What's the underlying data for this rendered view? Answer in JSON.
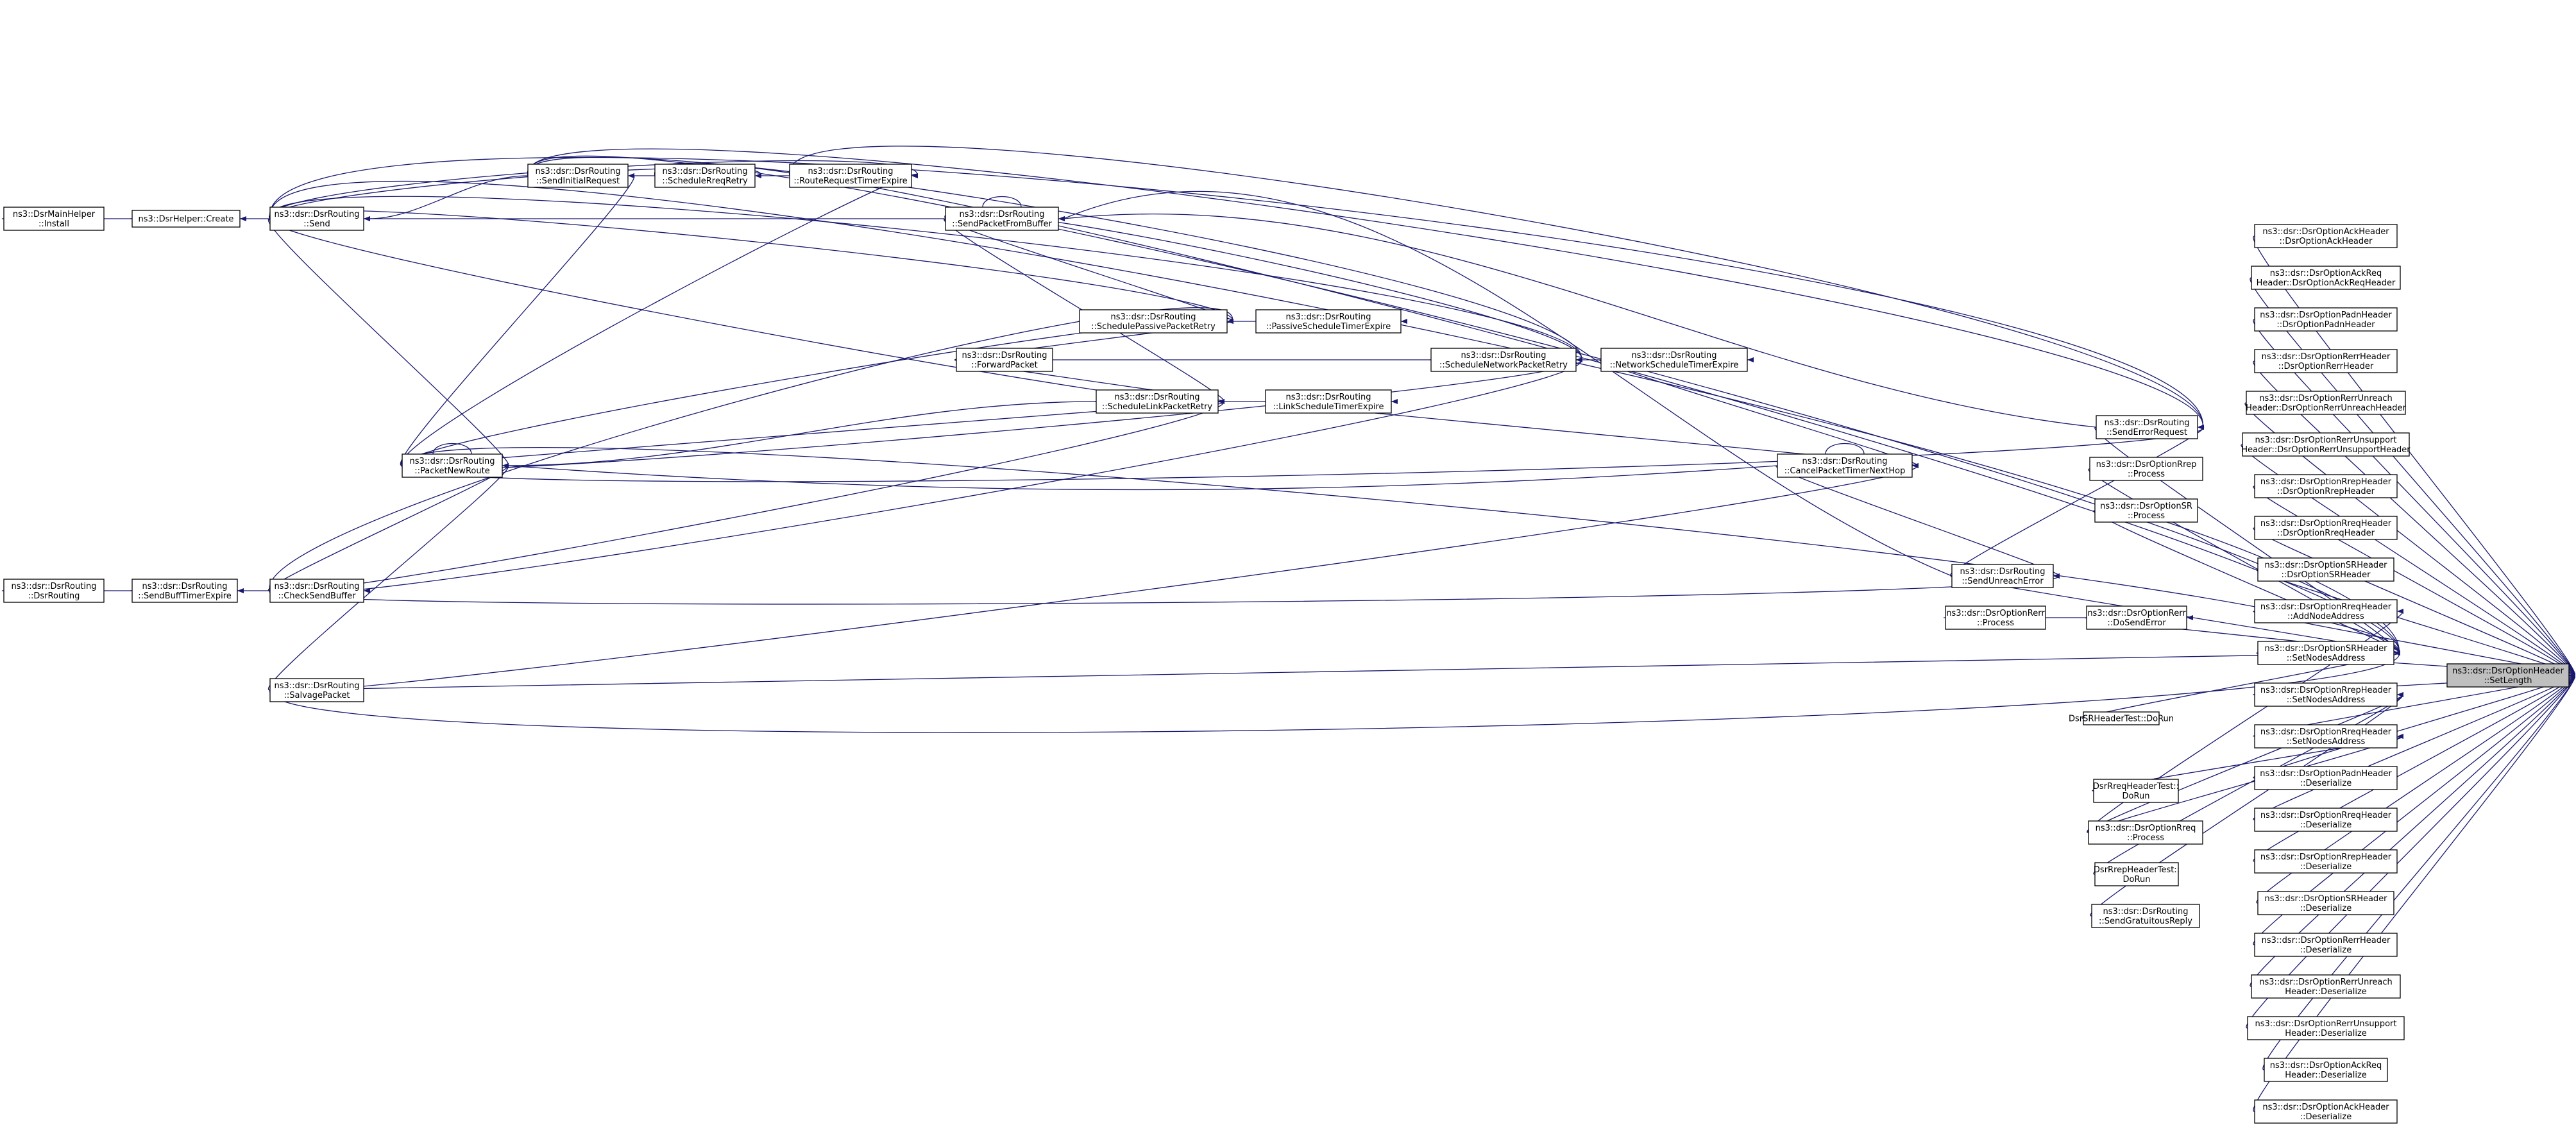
{
  "graph": {
    "edge_color": "#191970",
    "root_fill": "#bfbfbf",
    "nodes": [
      {
        "id": "root",
        "lines": [
          "ns3::dsr::DsrOptionHeader",
          "::SetLength"
        ],
        "root": true
      },
      {
        "id": "c1",
        "lines": [
          "ns3::dsr::DsrOptionAckHeader",
          "::DsrOptionAckHeader"
        ]
      },
      {
        "id": "c2",
        "lines": [
          "ns3::dsr::DsrOptionAckReq",
          "Header::DsrOptionAckReqHeader"
        ]
      },
      {
        "id": "c3",
        "lines": [
          "ns3::dsr::DsrOptionPadnHeader",
          "::DsrOptionPadnHeader"
        ]
      },
      {
        "id": "c4",
        "lines": [
          "ns3::dsr::DsrOptionRerrHeader",
          "::DsrOptionRerrHeader"
        ]
      },
      {
        "id": "c5",
        "lines": [
          "ns3::dsr::DsrOptionRerrUnreach",
          "Header::DsrOptionRerrUnreachHeader"
        ]
      },
      {
        "id": "c6",
        "lines": [
          "ns3::dsr::DsrOptionRerrUnsupport",
          "Header::DsrOptionRerrUnsupportHeader"
        ]
      },
      {
        "id": "c7",
        "lines": [
          "ns3::dsr::DsrOptionRrepHeader",
          "::DsrOptionRrepHeader"
        ]
      },
      {
        "id": "c8",
        "lines": [
          "ns3::dsr::DsrOptionRreqHeader",
          "::DsrOptionRreqHeader"
        ]
      },
      {
        "id": "c9",
        "lines": [
          "ns3::dsr::DsrOptionSRHeader",
          "::DsrOptionSRHeader"
        ]
      },
      {
        "id": "c10",
        "lines": [
          "ns3::dsr::DsrOptionRreqHeader",
          "::AddNodeAddress"
        ]
      },
      {
        "id": "c11",
        "lines": [
          "ns3::dsr::DsrOptionSRHeader",
          "::SetNodesAddress"
        ]
      },
      {
        "id": "c12",
        "lines": [
          "ns3::dsr::DsrOptionRrepHeader",
          "::SetNodesAddress"
        ]
      },
      {
        "id": "c13",
        "lines": [
          "ns3::dsr::DsrOptionRreqHeader",
          "::SetNodesAddress"
        ]
      },
      {
        "id": "c14",
        "lines": [
          "ns3::dsr::DsrOptionPadnHeader",
          "::Deserialize"
        ]
      },
      {
        "id": "c15",
        "lines": [
          "ns3::dsr::DsrOptionRreqHeader",
          "::Deserialize"
        ]
      },
      {
        "id": "c16",
        "lines": [
          "ns3::dsr::DsrOptionRrepHeader",
          "::Deserialize"
        ]
      },
      {
        "id": "c17",
        "lines": [
          "ns3::dsr::DsrOptionSRHeader",
          "::Deserialize"
        ]
      },
      {
        "id": "c18",
        "lines": [
          "ns3::dsr::DsrOptionRerrHeader",
          "::Deserialize"
        ]
      },
      {
        "id": "c19",
        "lines": [
          "ns3::dsr::DsrOptionRerrUnreach",
          "Header::Deserialize"
        ]
      },
      {
        "id": "c20",
        "lines": [
          "ns3::dsr::DsrOptionRerrUnsupport",
          "Header::Deserialize"
        ]
      },
      {
        "id": "c21",
        "lines": [
          "ns3::dsr::DsrOptionAckReq",
          "Header::Deserialize"
        ]
      },
      {
        "id": "c22",
        "lines": [
          "ns3::dsr::DsrOptionAckHeader",
          "::Deserialize"
        ]
      },
      {
        "id": "sendErrorRequest",
        "lines": [
          "ns3::dsr::DsrRouting",
          "::SendErrorRequest"
        ]
      },
      {
        "id": "rrepProcess",
        "lines": [
          "ns3::dsr::DsrOptionRrep",
          "::Process"
        ]
      },
      {
        "id": "srProcess",
        "lines": [
          "ns3::dsr::DsrOptionSR",
          "::Process"
        ]
      },
      {
        "id": "doSendError",
        "lines": [
          "ns3::dsr::DsrOptionRerr",
          "::DoSendError"
        ]
      },
      {
        "id": "rerrProcess",
        "lines": [
          "ns3::dsr::DsrOptionRerr",
          "::Process"
        ]
      },
      {
        "id": "srTest",
        "lines": [
          "DsrSRHeaderTest::DoRun"
        ]
      },
      {
        "id": "rreqTest",
        "lines": [
          "DsrRreqHeaderTest::",
          "DoRun"
        ]
      },
      {
        "id": "rreqProcess",
        "lines": [
          "ns3::dsr::DsrOptionRreq",
          "::Process"
        ]
      },
      {
        "id": "rrepTest",
        "lines": [
          "DsrRrepHeaderTest::",
          "DoRun"
        ]
      },
      {
        "id": "gratuitous",
        "lines": [
          "ns3::dsr::DsrRouting",
          "::SendGratuitousReply"
        ]
      },
      {
        "id": "sendUnreachError",
        "lines": [
          "ns3::dsr::DsrRouting",
          "::SendUnreachError"
        ]
      },
      {
        "id": "cancelTimer",
        "lines": [
          "ns3::dsr::DsrRouting",
          "::CancelPacketTimerNextHop"
        ]
      },
      {
        "id": "netSchedTimer",
        "lines": [
          "ns3::dsr::DsrRouting",
          "::NetworkScheduleTimerExpire"
        ]
      },
      {
        "id": "schedNetRetry",
        "lines": [
          "ns3::dsr::DsrRouting",
          "::ScheduleNetworkPacketRetry"
        ]
      },
      {
        "id": "passiveTimer",
        "lines": [
          "ns3::dsr::DsrRouting",
          "::PassiveScheduleTimerExpire"
        ]
      },
      {
        "id": "linkTimer",
        "lines": [
          "ns3::dsr::DsrRouting",
          "::LinkScheduleTimerExpire"
        ]
      },
      {
        "id": "schedPassive",
        "lines": [
          "ns3::dsr::DsrRouting",
          "::SchedulePassivePacketRetry"
        ]
      },
      {
        "id": "schedLink",
        "lines": [
          "ns3::dsr::DsrRouting",
          "::ScheduleLinkPacketRetry"
        ]
      },
      {
        "id": "forwardPacket",
        "lines": [
          "ns3::dsr::DsrRouting",
          "::ForwardPacket"
        ]
      },
      {
        "id": "sendFromBuffer",
        "lines": [
          "ns3::dsr::DsrRouting",
          "::SendPacketFromBuffer"
        ]
      },
      {
        "id": "rreqTimer",
        "lines": [
          "ns3::dsr::DsrRouting",
          "::RouteRequestTimerExpire"
        ]
      },
      {
        "id": "schedRreqRetry",
        "lines": [
          "ns3::dsr::DsrRouting",
          "::ScheduleRreqRetry"
        ]
      },
      {
        "id": "sendInitial",
        "lines": [
          "ns3::dsr::DsrRouting",
          "::SendInitialRequest"
        ]
      },
      {
        "id": "packetNewRoute",
        "lines": [
          "ns3::dsr::DsrRouting",
          "::PacketNewRoute"
        ]
      },
      {
        "id": "send",
        "lines": [
          "ns3::dsr::DsrRouting",
          "::Send"
        ]
      },
      {
        "id": "checkSendBuffer",
        "lines": [
          "ns3::dsr::DsrRouting",
          "::CheckSendBuffer"
        ]
      },
      {
        "id": "salvage",
        "lines": [
          "ns3::dsr::DsrRouting",
          "::SalvagePacket"
        ]
      },
      {
        "id": "helperCreate",
        "lines": [
          "ns3::DsrHelper::Create"
        ]
      },
      {
        "id": "mainHelper",
        "lines": [
          "ns3::DsrMainHelper",
          "::Install"
        ]
      },
      {
        "id": "sendBuffTimer",
        "lines": [
          "ns3::dsr::DsrRouting",
          "::SendBuffTimerExpire"
        ]
      },
      {
        "id": "dsrRouting",
        "lines": [
          "ns3::dsr::DsrRouting",
          "::DsrRouting"
        ]
      }
    ]
  }
}
